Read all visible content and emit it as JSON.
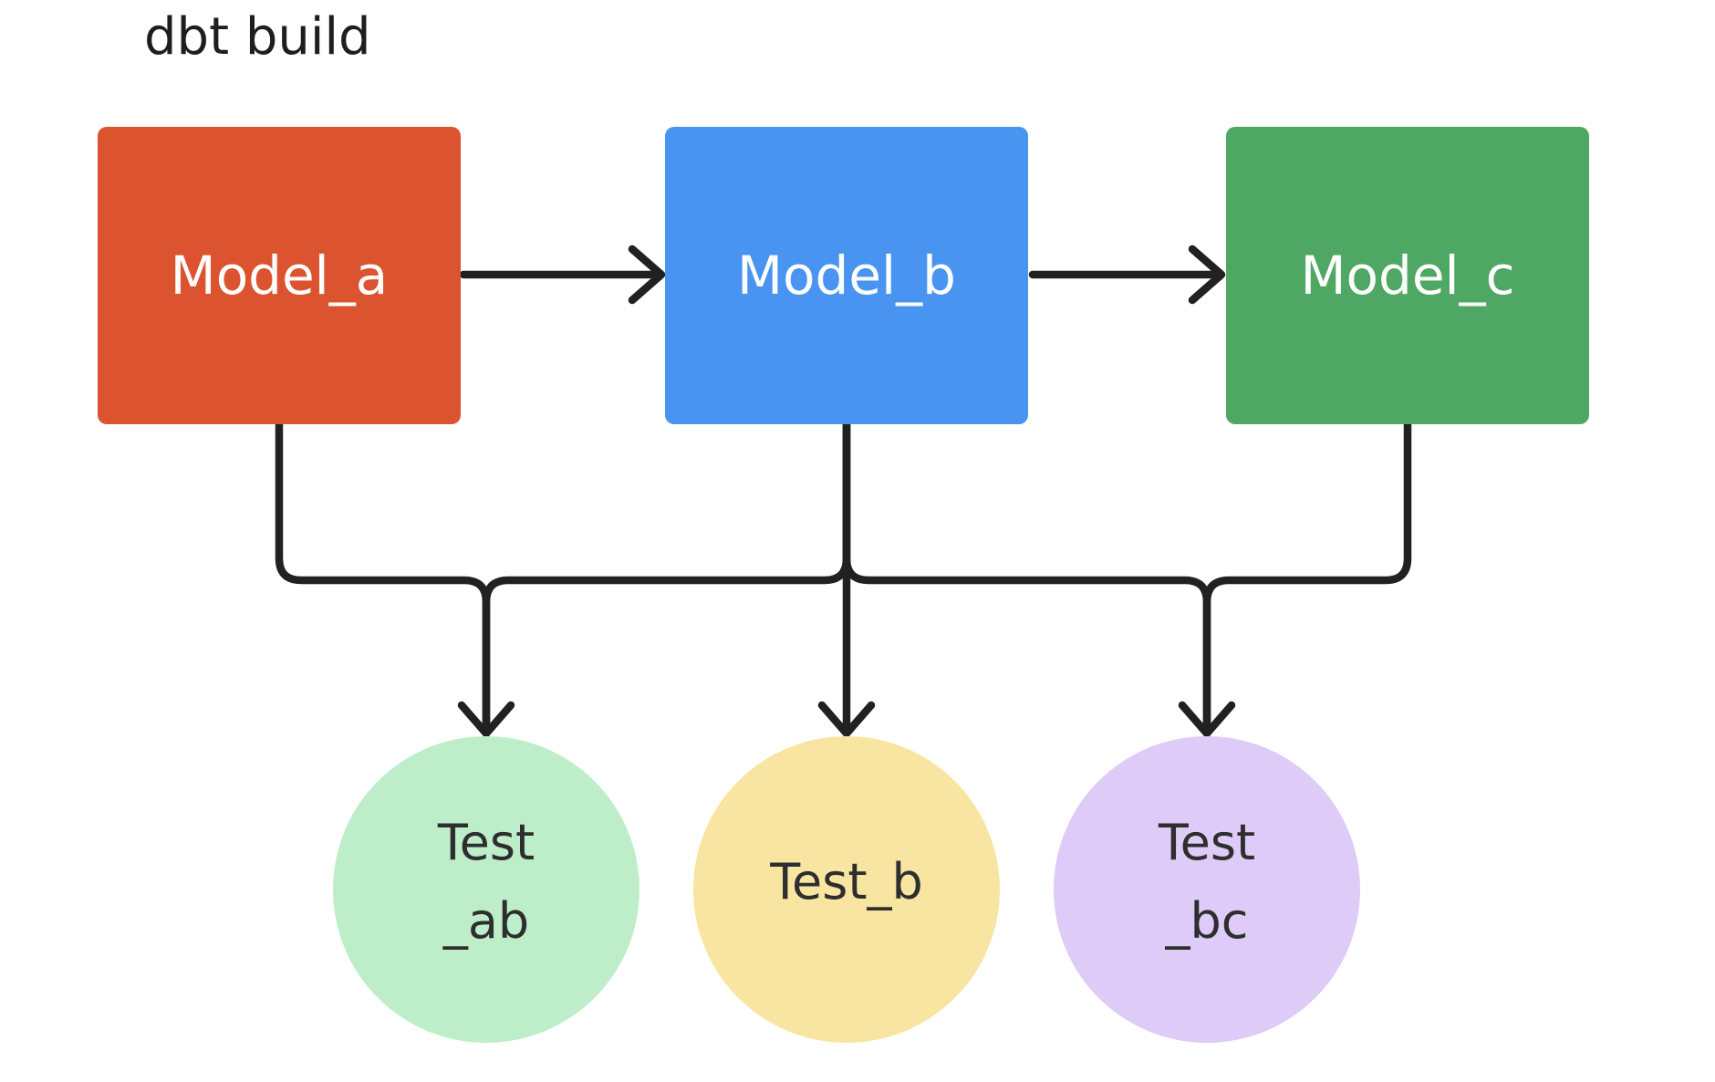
{
  "title": "dbt build",
  "colors": {
    "background": "#ffffff",
    "line": "#212121",
    "title_text": "#1e1e1e",
    "model_text": "#ffffff",
    "test_text": "#2e2e2e",
    "model_a": "#dc532f",
    "model_b": "#4894f0",
    "model_c": "#4ea763",
    "test_ab": "#beeec9",
    "test_b": "#f8e5a2",
    "test_bc": "#decbf8"
  },
  "models": [
    {
      "id": "model_a",
      "label": "Model_a"
    },
    {
      "id": "model_b",
      "label": "Model_b"
    },
    {
      "id": "model_c",
      "label": "Model_c"
    }
  ],
  "tests": [
    {
      "id": "test_ab",
      "label_line1": "Test",
      "label_line2": "_ab"
    },
    {
      "id": "test_b",
      "label_line1": "Test_b",
      "label_line2": ""
    },
    {
      "id": "test_bc",
      "label_line1": "Test",
      "label_line2": "_bc"
    }
  ],
  "edges": [
    {
      "from": "Model_a",
      "to": "Model_b"
    },
    {
      "from": "Model_b",
      "to": "Model_c"
    },
    {
      "from": "Model_a",
      "to": "Test_ab"
    },
    {
      "from": "Model_b",
      "to": "Test_ab"
    },
    {
      "from": "Model_b",
      "to": "Test_b"
    },
    {
      "from": "Model_b",
      "to": "Test_bc"
    },
    {
      "from": "Model_c",
      "to": "Test_bc"
    }
  ]
}
